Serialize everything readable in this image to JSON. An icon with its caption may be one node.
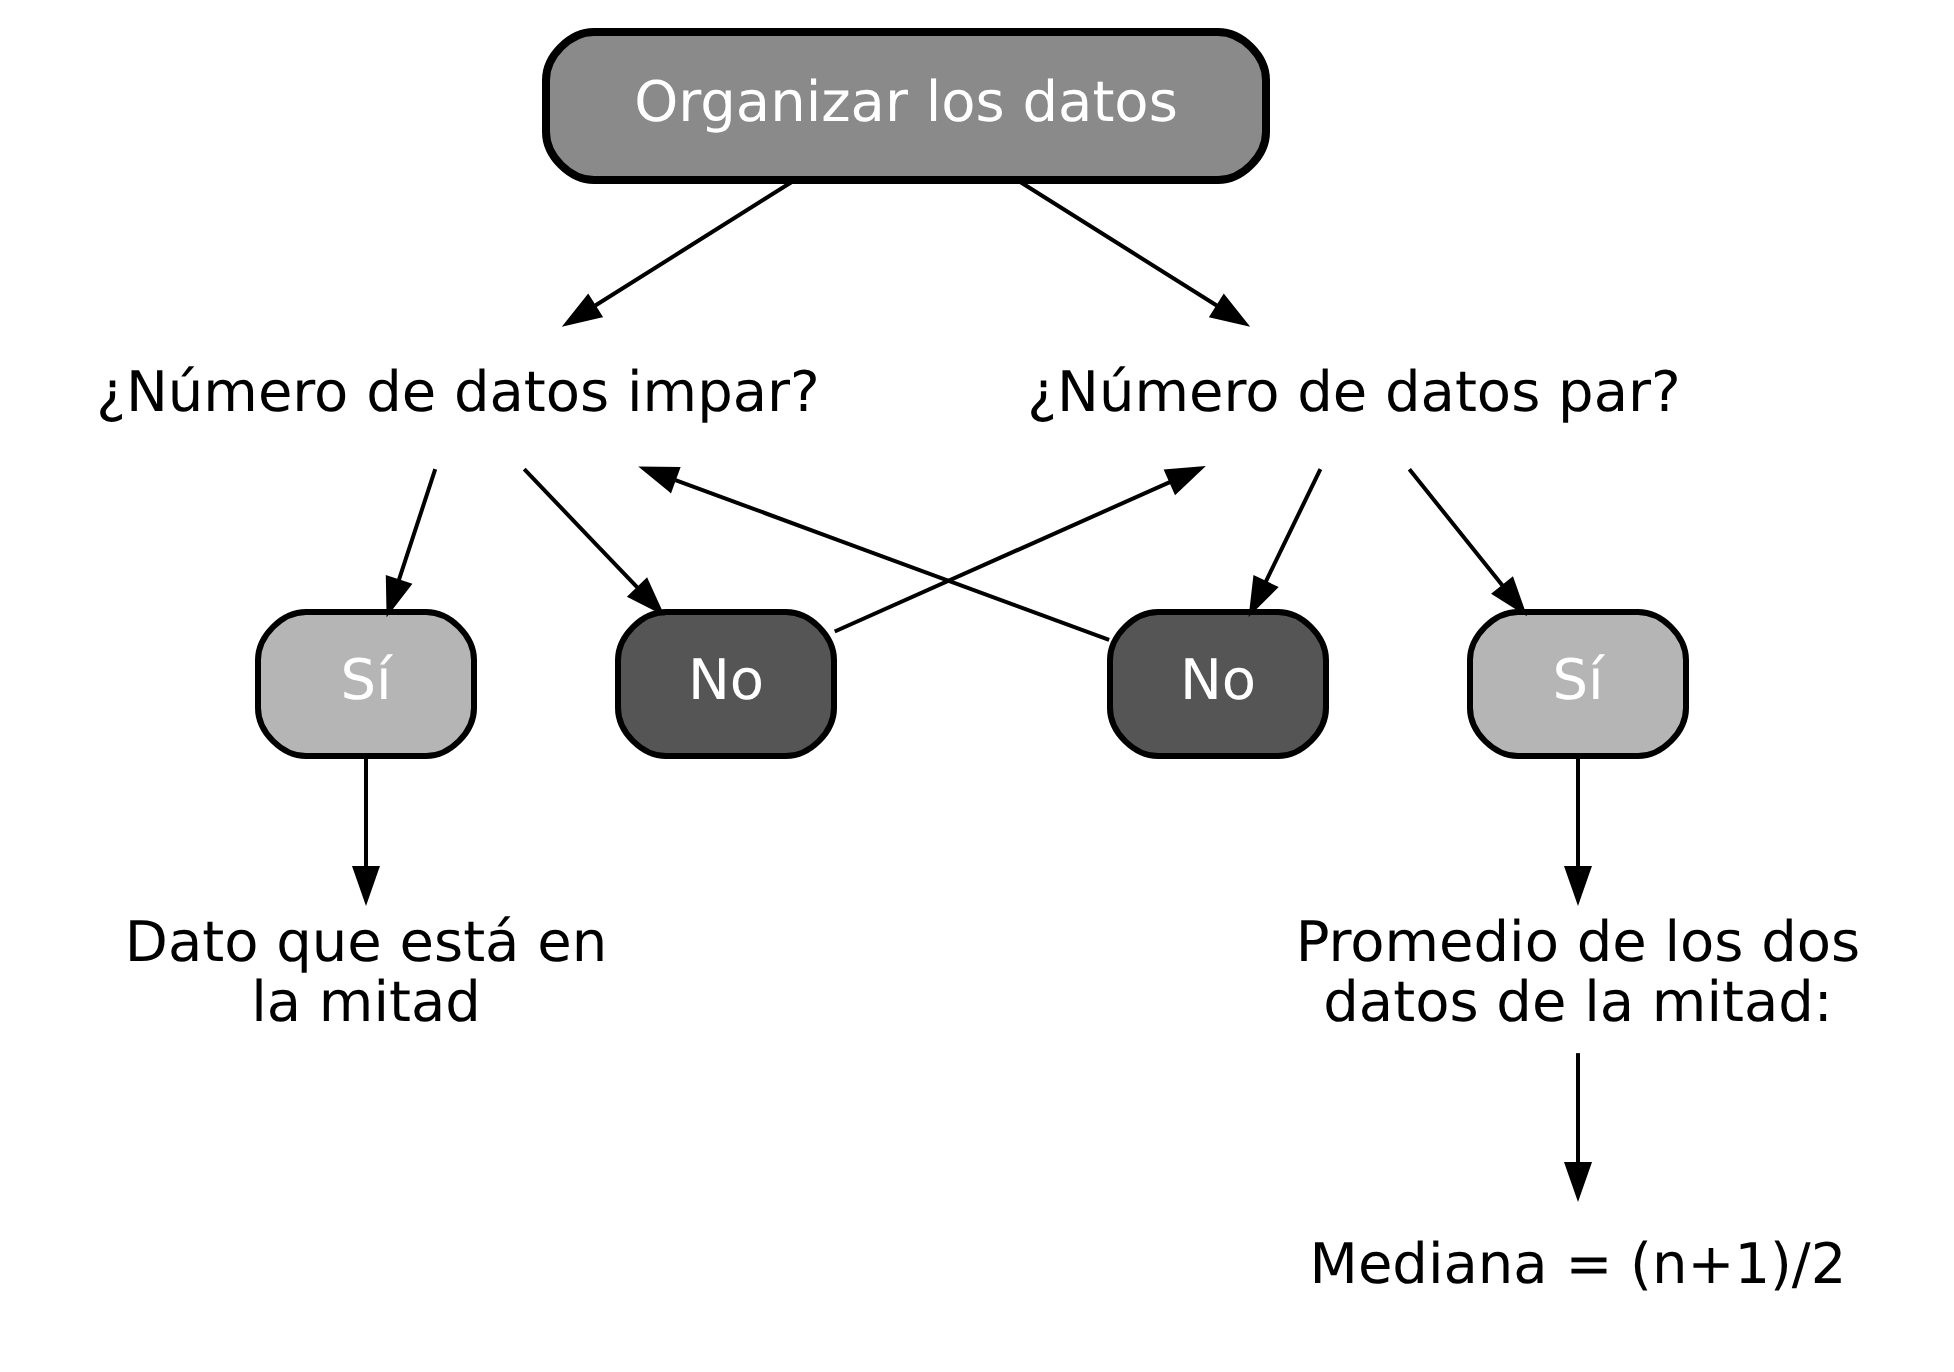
{
  "diagram": {
    "nodes": [
      {
        "text": [
          "Organizar los datos"
        ]
      },
      {
        "text": [
          "¿Número de datos impar?"
        ]
      },
      {
        "text": [
          "¿Número de datos par?"
        ]
      },
      {
        "text": [
          "Sí"
        ]
      },
      {
        "text": [
          "No"
        ]
      },
      {
        "text": [
          "Sí"
        ]
      },
      {
        "text": [
          "No"
        ]
      },
      {
        "text": [
          "Dato que está en la mitad"
        ]
      },
      {
        "text": [
          "Promedio de los dos datos de la mitad:"
        ]
      },
      {
        "text": [
          "Mediana = (n+1)/2"
        ]
      }
    ],
    "edges": [
      {
        "from": 0,
        "to": 1,
        "arrow": "to"
      },
      {
        "from": 0,
        "to": 2,
        "arrow": "to"
      },
      {
        "from": 1,
        "to": 3,
        "arrow": "to"
      },
      {
        "from": 1,
        "to": 4,
        "arrow": "to"
      },
      {
        "from": 4,
        "to": 2,
        "arrow": "to"
      },
      {
        "from": 2,
        "to": 5,
        "arrow": "to"
      },
      {
        "from": 2,
        "to": 6,
        "arrow": "to"
      },
      {
        "from": 3,
        "to": 7,
        "arrow": "to"
      },
      {
        "from": 5,
        "to": 8,
        "arrow": "to"
      },
      {
        "from": 8,
        "to": 9,
        "arrow": "to"
      },
      {
        "from": 6,
        "to": 1,
        "arrow": "to"
      }
    ]
  }
}
